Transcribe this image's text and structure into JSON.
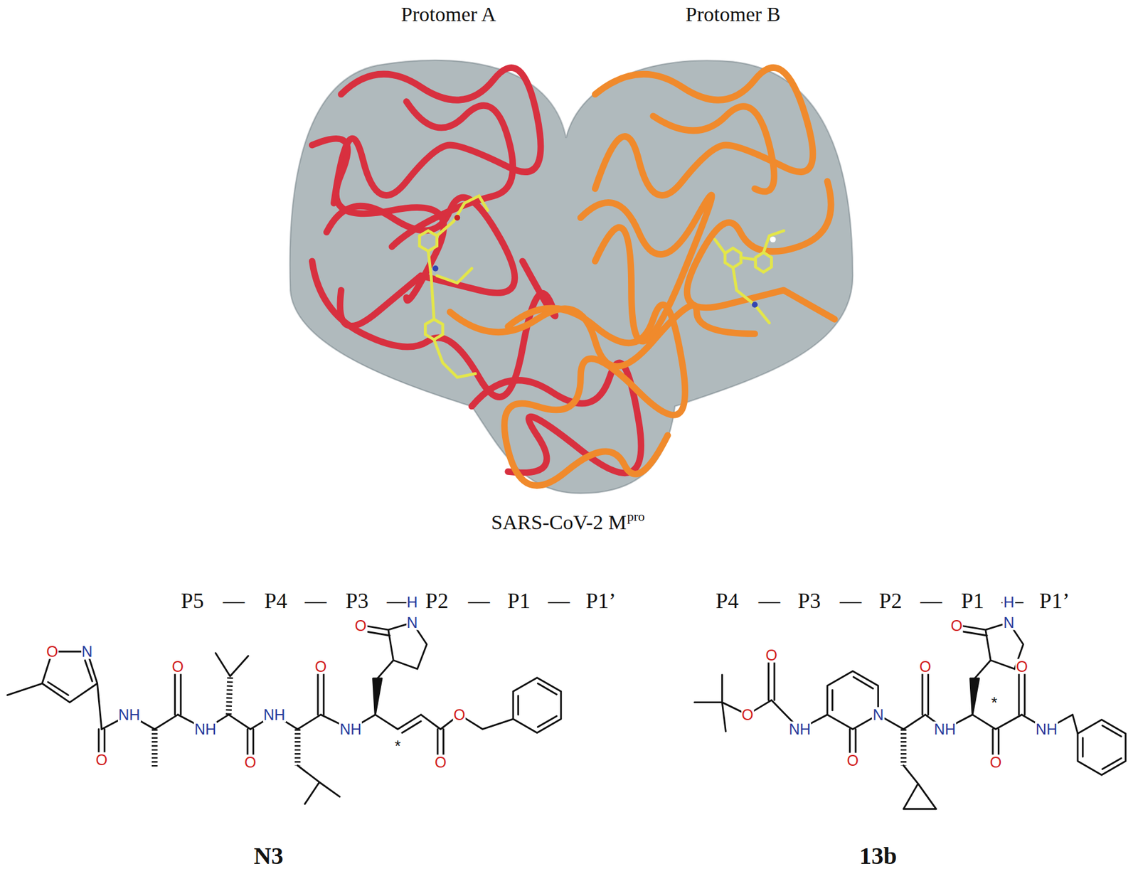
{
  "diagram": {
    "labels": [
      "Protomer A",
      "Protomer B",
      "SARS-CoV-2 M",
      "pro",
      "P5",
      "—",
      "P4",
      "—",
      "P3",
      "—",
      "P2",
      "—",
      "P1",
      "—",
      "P1’",
      "P4",
      "—",
      "P3",
      "—",
      "P2",
      "—",
      "P1",
      "—",
      "P1’",
      "O",
      "N",
      "O",
      "NH",
      "O",
      "NH",
      "O",
      "NH",
      "O",
      "NH",
      "O",
      "N",
      "H",
      "*",
      "O",
      "O",
      "N3",
      "O",
      "O",
      "NH",
      "N",
      "O",
      "O",
      "NH",
      "O",
      "N",
      "H",
      "*",
      "O",
      "O",
      "NH",
      "13b"
    ]
  }
}
